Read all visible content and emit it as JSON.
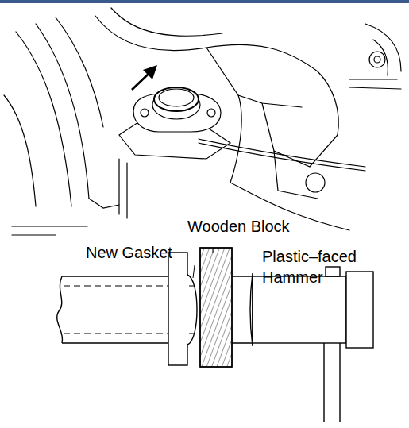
{
  "diagram": {
    "labels": [
      "Wooden Block",
      "New Gasket",
      "Plastic–faced Hammer"
    ]
  }
}
